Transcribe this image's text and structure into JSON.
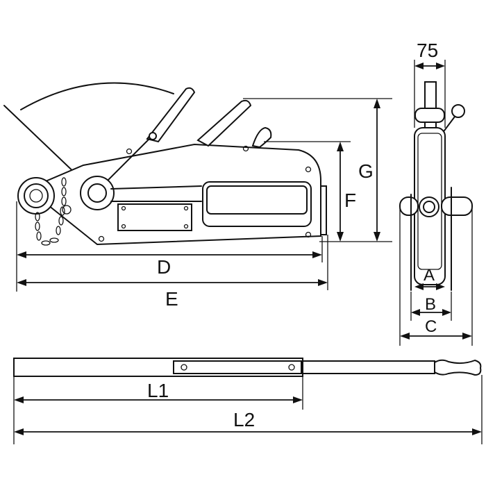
{
  "labels": {
    "width_75": "75",
    "dim_a": "A",
    "dim_b": "B",
    "dim_c": "C",
    "dim_d": "D",
    "dim_e": "E",
    "dim_f": "F",
    "dim_g": "G",
    "dim_l1": "L1",
    "dim_l2": "L2"
  }
}
